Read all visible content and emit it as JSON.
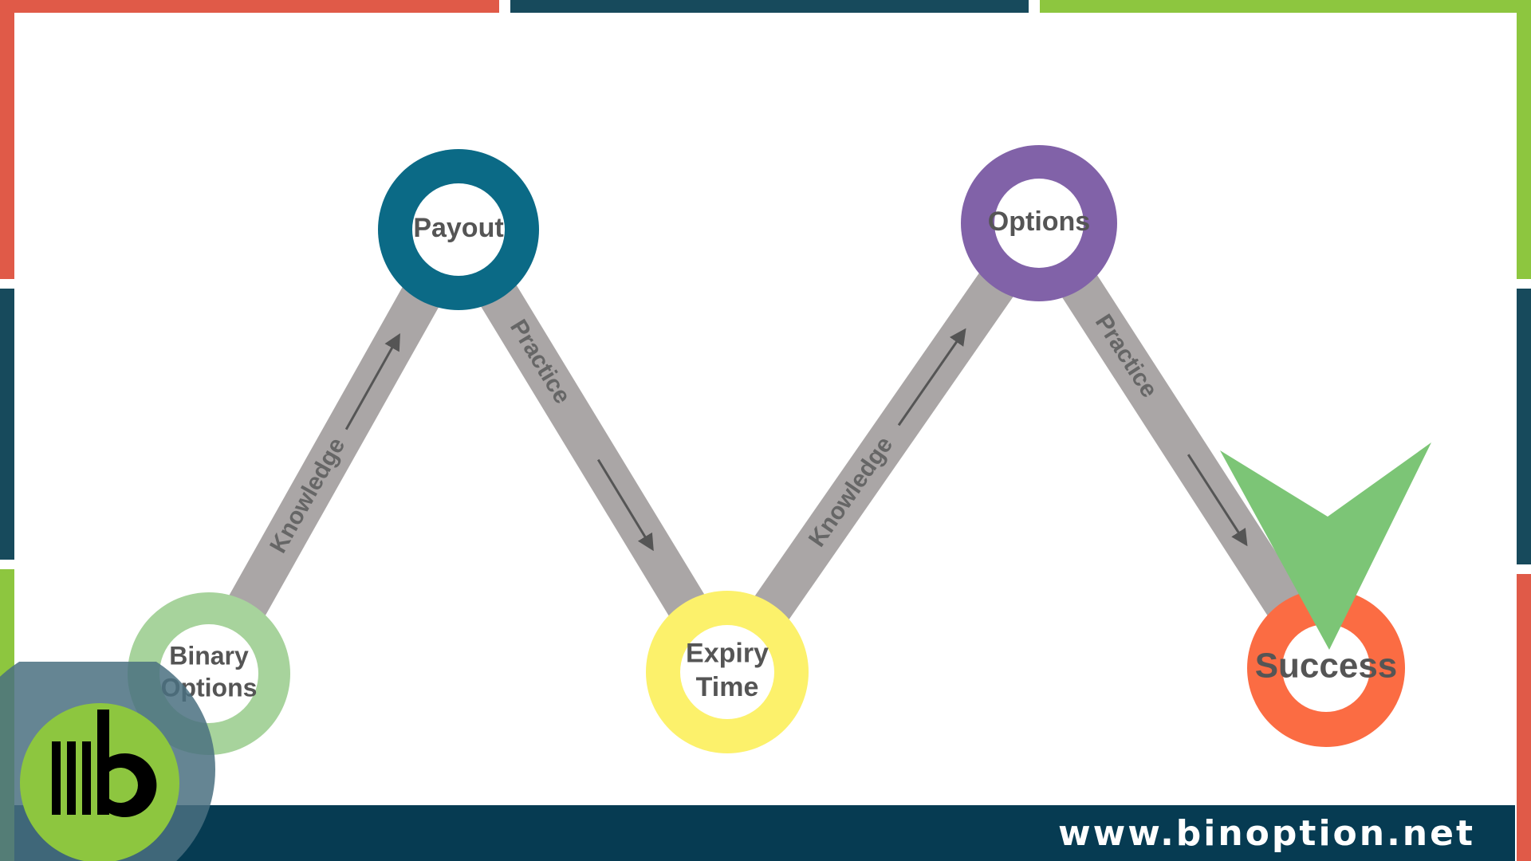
{
  "colors": {
    "frame_red": "#e05a48",
    "frame_navy": "#174a5c",
    "frame_green": "#8dc63f",
    "footer_navy": "#063b52",
    "connector_gray": "#aaa6a6",
    "arrow_gray": "#555555",
    "check_green": "#7cc576",
    "logo_green": "#8dc63f",
    "logo_halo": "#4a7080"
  },
  "nodes": [
    {
      "id": "binary-options",
      "label_lines": [
        "Binary",
        "Options"
      ],
      "color": "#a7d39c"
    },
    {
      "id": "payout",
      "label_lines": [
        "Payout"
      ],
      "color": "#0b6a86"
    },
    {
      "id": "expiry-time",
      "label_lines": [
        "Expiry",
        "Time"
      ],
      "color": "#fcf16b"
    },
    {
      "id": "options",
      "label_lines": [
        "Options"
      ],
      "color": "#8162a8"
    },
    {
      "id": "success",
      "label_lines": [
        "Success"
      ],
      "color": "#fb6c43"
    }
  ],
  "edges": [
    {
      "from": "binary-options",
      "to": "payout",
      "label": "Knowledge"
    },
    {
      "from": "payout",
      "to": "expiry-time",
      "label": "Practice"
    },
    {
      "from": "expiry-time",
      "to": "options",
      "label": "Knowledge"
    },
    {
      "from": "options",
      "to": "success",
      "label": "Practice"
    }
  ],
  "check_icon": "checkmark-icon",
  "logo_icon": "binoption-logo-icon",
  "footer": {
    "url": "www.binoption.net"
  }
}
